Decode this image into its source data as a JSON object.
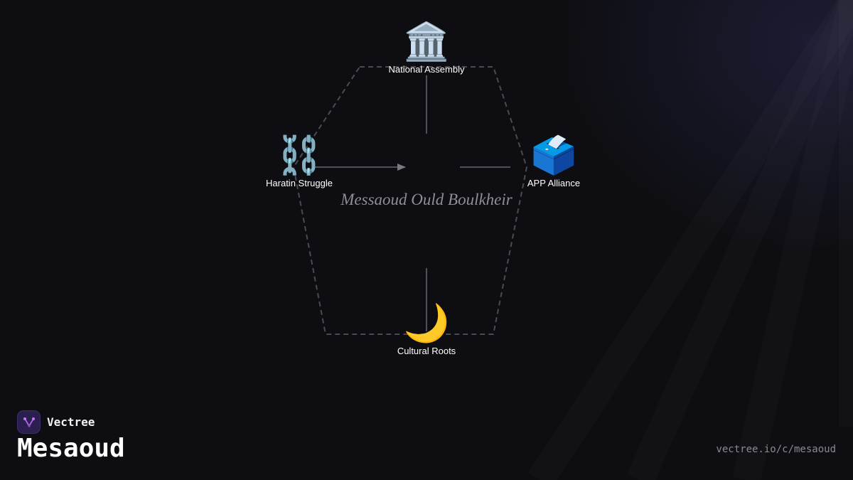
{
  "diagram": {
    "center": "Messaoud Ould Boulkheir",
    "nodes": [
      {
        "id": "top",
        "label": "National Assembly",
        "icon": "classical-building-icon",
        "emoji": "🏛️"
      },
      {
        "id": "left",
        "label": "Haratin Struggle",
        "icon": "chains-icon",
        "emoji": "⛓️"
      },
      {
        "id": "right",
        "label": "APP Alliance",
        "icon": "ballot-box-icon",
        "emoji": "🗳️"
      },
      {
        "id": "bottom",
        "label": "Cultural Roots",
        "icon": "crescent-moon-icon",
        "emoji": "🌙"
      }
    ]
  },
  "brand": {
    "name": "Vectree",
    "title": "Mesaoud",
    "url": "vectree.io/c/mesaoud",
    "logo_color": "#2a1f4f",
    "accent": "#b066e8"
  }
}
